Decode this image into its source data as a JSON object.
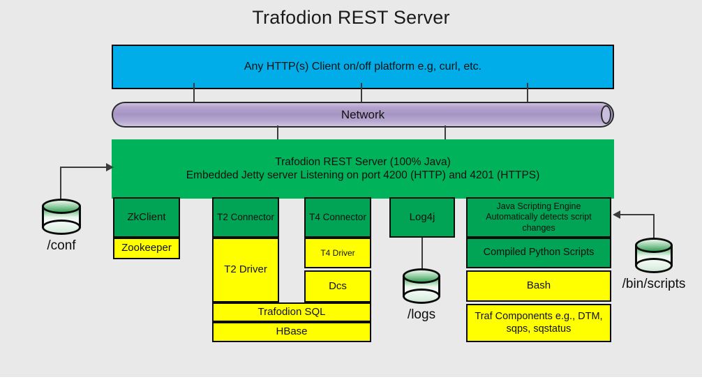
{
  "title": "Trafodion REST Server",
  "client_bar": {
    "label": "Any HTTP(s) Client on/off platform e.g, curl, etc."
  },
  "network": {
    "label": "Network"
  },
  "server": {
    "line1": "Trafodion REST Server (100% Java)",
    "line2": "Embedded Jetty server Listening on port 4200 (HTTP) and 4201 (HTTPS)"
  },
  "columns": {
    "zookeeper": {
      "client": "ZkClient",
      "store": "Zookeeper"
    },
    "t2": {
      "connector": "T2 Connector",
      "driver": "T2 Driver"
    },
    "t4": {
      "connector": "T4 Connector",
      "driver": "T4 Driver",
      "dcs": "Dcs"
    },
    "shared": {
      "sql": "Trafodion SQL",
      "hbase": "HBase"
    },
    "logging": {
      "log4j": "Log4j"
    },
    "scripting": {
      "engine": "Java Scripting Engine Automatically detects script changes",
      "python": "Compiled Python Scripts",
      "bash": "Bash",
      "components": "Traf Components e.g., DTM, sqps, sqstatus"
    }
  },
  "datastores": {
    "conf": "/conf",
    "logs": "/logs",
    "bin_scripts": "/bin/scripts"
  },
  "colors": {
    "background": "#e9e9e9",
    "client_blue": "#00ade8",
    "server_green": "#00b259",
    "component_green": "#00a454",
    "component_yellow": "#ffff00",
    "network_purple": "#a695c4",
    "outline": "#0b0b0b"
  }
}
